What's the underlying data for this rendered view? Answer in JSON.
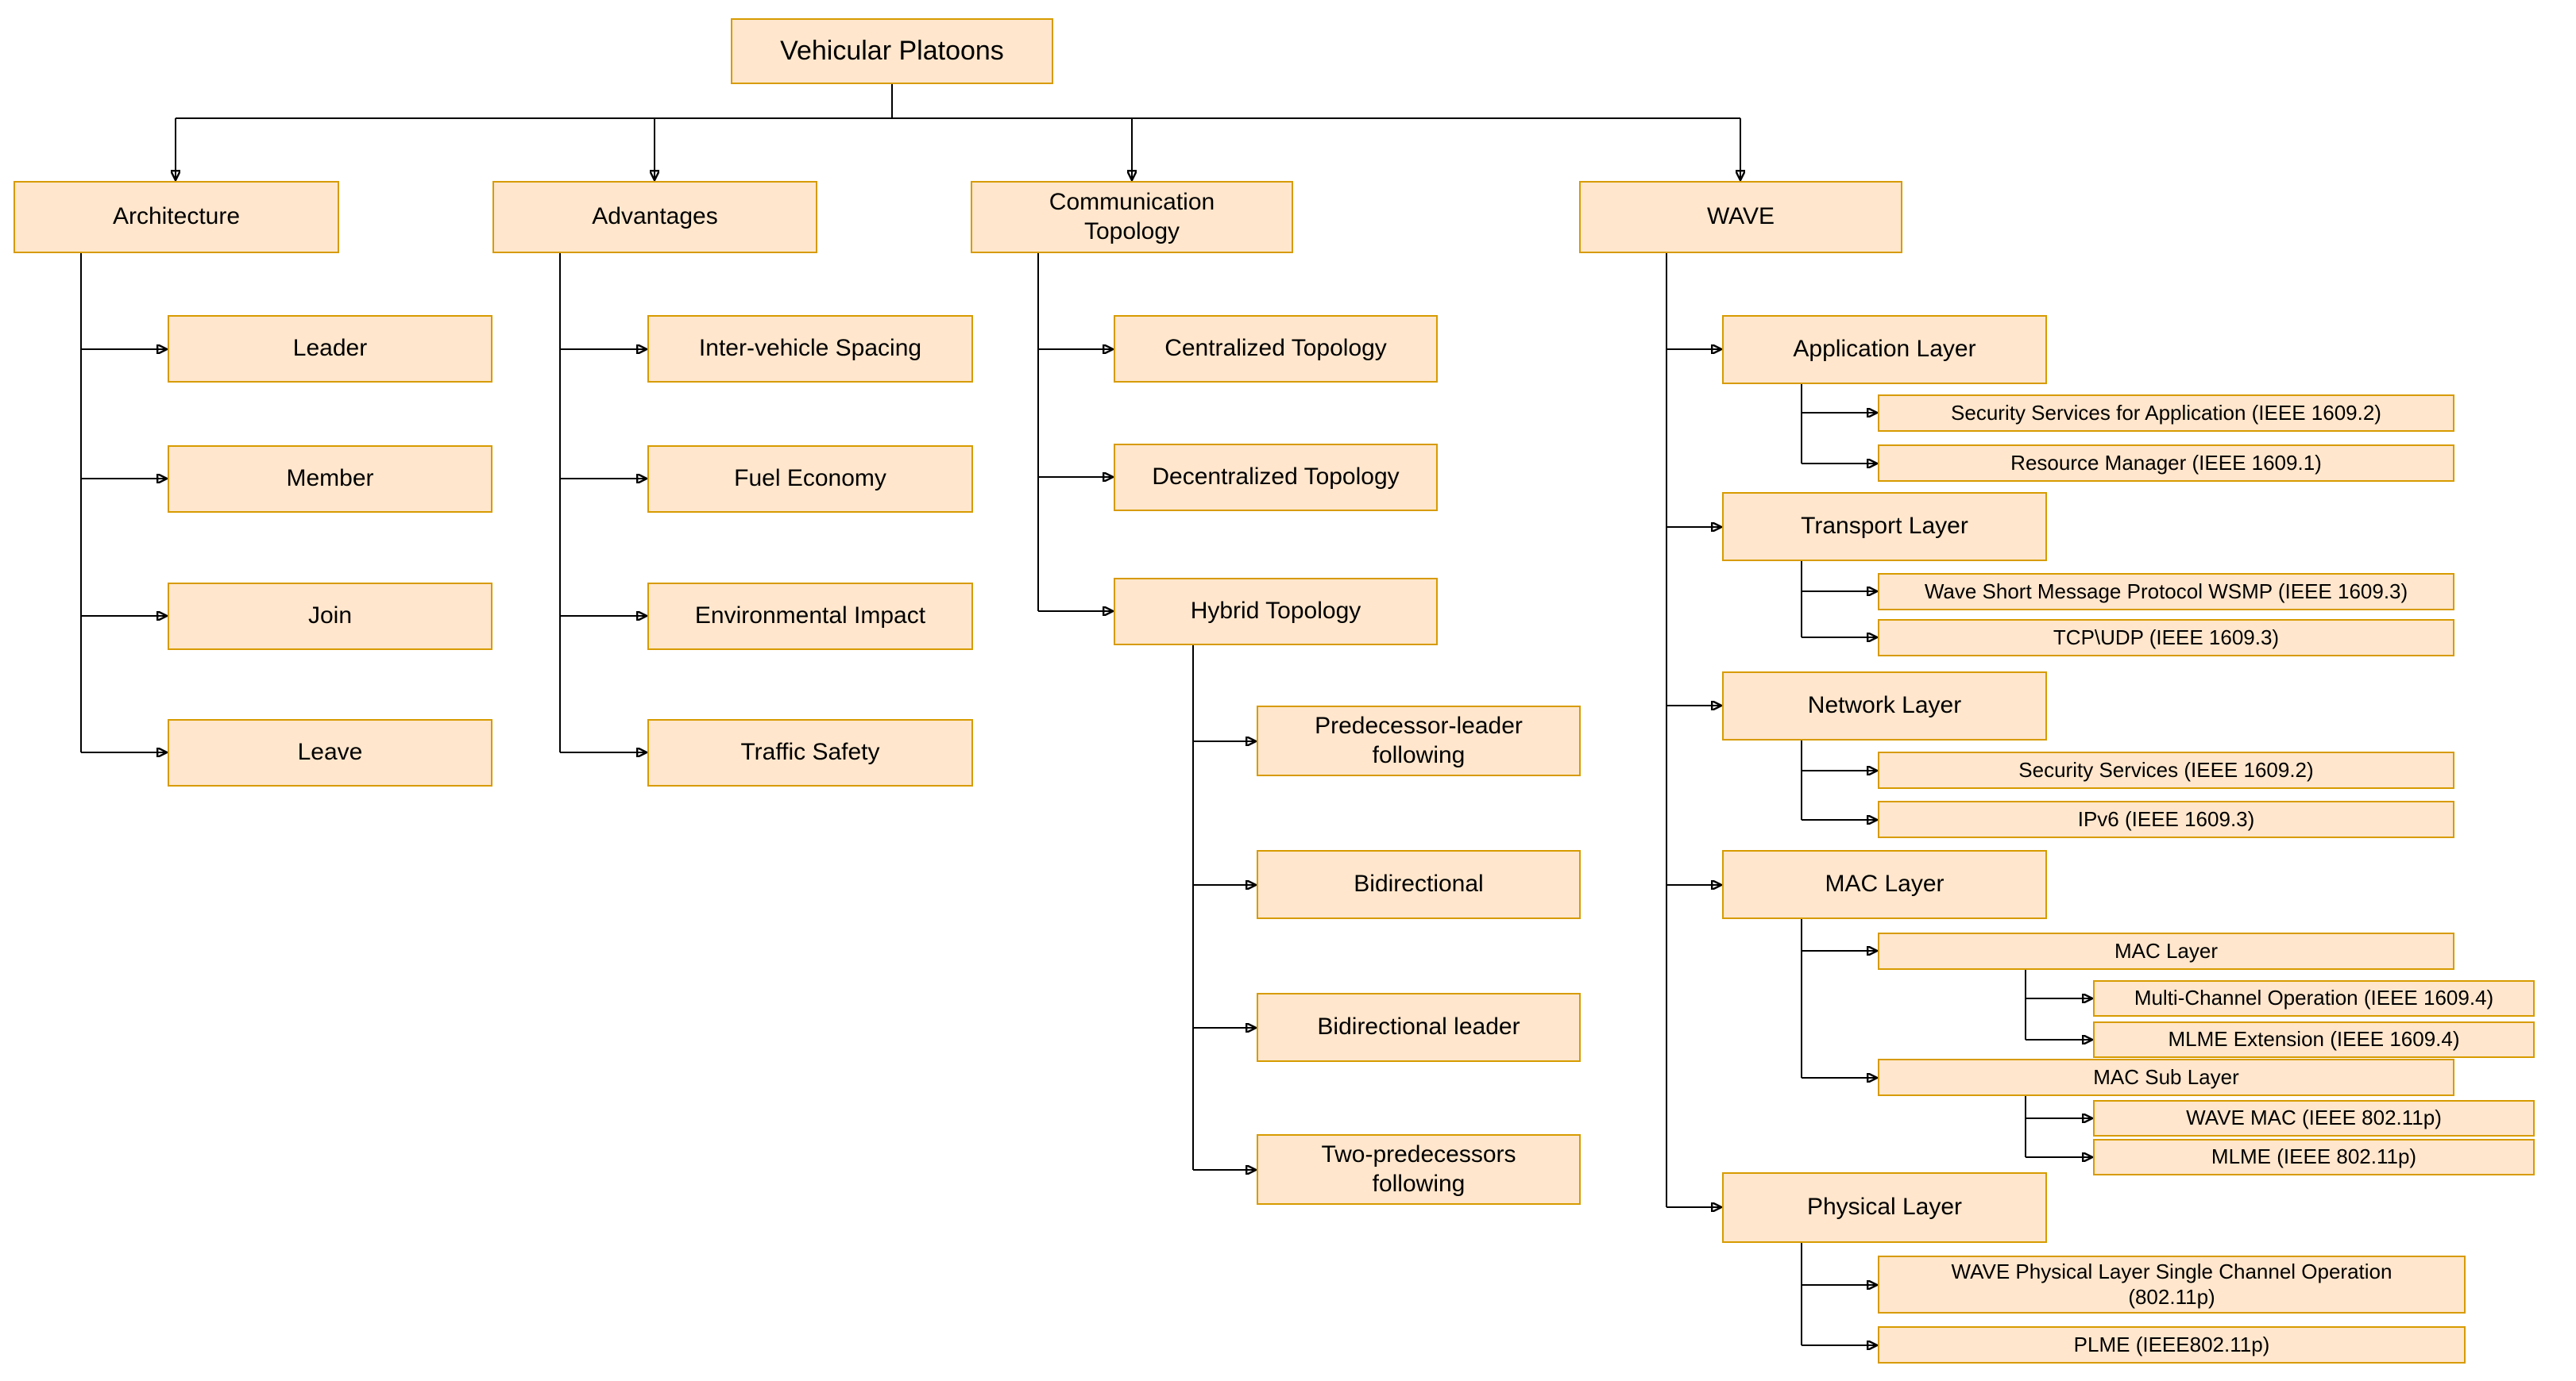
{
  "page": {
    "background": "#FFFFFF"
  },
  "style": {
    "box_fill": "#FFE6CC",
    "box_border": "#D79B00",
    "connector_color": "#000000",
    "text_color": "#000000"
  },
  "tree": {
    "root": {
      "label": "Vehicular Platoons"
    },
    "branches": [
      {
        "label": "Architecture",
        "children": [
          {
            "label": "Leader"
          },
          {
            "label": "Member"
          },
          {
            "label": "Join"
          },
          {
            "label": "Leave"
          }
        ]
      },
      {
        "label": "Advantages",
        "children": [
          {
            "label": "Inter-vehicle Spacing"
          },
          {
            "label": "Fuel Economy"
          },
          {
            "label": "Environmental Impact"
          },
          {
            "label": "Traffic Safety"
          }
        ]
      },
      {
        "label": "Communication Topology",
        "children": [
          {
            "label": "Centralized Topology"
          },
          {
            "label": "Decentralized Topology"
          },
          {
            "label": "Hybrid Topology",
            "children": [
              {
                "label": "Predecessor-leader following"
              },
              {
                "label": "Bidirectional"
              },
              {
                "label": "Bidirectional leader"
              },
              {
                "label": "Two-predecessors following"
              }
            ]
          }
        ]
      },
      {
        "label": "WAVE",
        "children": [
          {
            "label": "Application Layer",
            "children": [
              {
                "label": "Security Services for Application (IEEE 1609.2)"
              },
              {
                "label": "Resource Manager (IEEE 1609.1)"
              }
            ]
          },
          {
            "label": "Transport Layer",
            "children": [
              {
                "label": "Wave Short Message Protocol WSMP (IEEE 1609.3)"
              },
              {
                "label": "TCP\\UDP (IEEE 1609.3)"
              }
            ]
          },
          {
            "label": "Network Layer",
            "children": [
              {
                "label": "Security Services (IEEE 1609.2)"
              },
              {
                "label": "IPv6 (IEEE 1609.3)"
              }
            ]
          },
          {
            "label": "MAC Layer",
            "children": [
              {
                "label": "MAC Layer",
                "children": [
                  {
                    "label": "Multi-Channel Operation (IEEE 1609.4)"
                  },
                  {
                    "label": "MLME Extension (IEEE 1609.4)"
                  }
                ]
              },
              {
                "label": "MAC Sub Layer",
                "children": [
                  {
                    "label": "WAVE MAC (IEEE 802.11p)"
                  },
                  {
                    "label": "MLME (IEEE 802.11p)"
                  }
                ]
              }
            ]
          },
          {
            "label": "Physical Layer",
            "children": [
              {
                "label": "WAVE Physical Layer Single Channel Operation (802.11p)"
              },
              {
                "label": "PLME (IEEE802.11p)"
              }
            ]
          }
        ]
      }
    ]
  }
}
